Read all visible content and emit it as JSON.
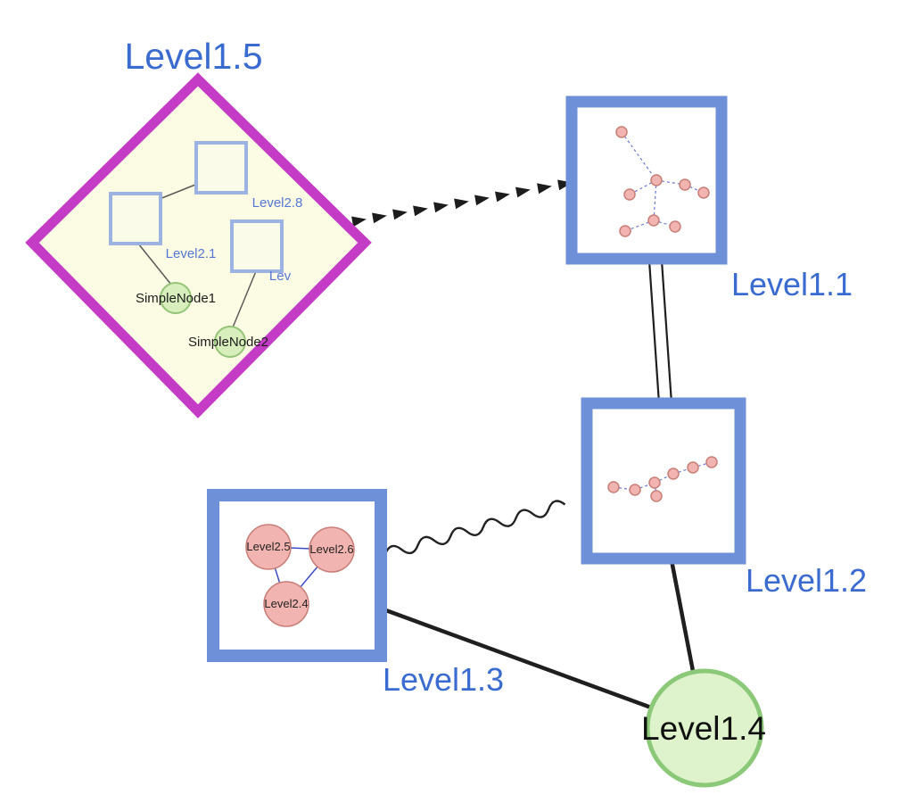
{
  "colors": {
    "label_blue": "#3a6bd0",
    "group_border": "#6e90d8",
    "diamond_border": "#c43cc6",
    "diamond_fill": "#fcfce4",
    "inner_square_border": "#9cb2e0",
    "inner_square_fill": "#fbfbea",
    "green_fill": "#d8eebc",
    "green_border": "#93c477",
    "big_green_fill": "#def3cb",
    "big_green_border": "#8bc979",
    "pink_fill": "#f2b4b0",
    "pink_border": "#c97d77",
    "edge_dark": "#1f1f1f",
    "inner_edge_gray": "#5a5a5a",
    "inner_edge_blue": "#3b4bc8",
    "dashed_mini_edge_blue": "#6b79d8"
  },
  "nodes": {
    "level15": {
      "label": "Level1.5",
      "shape": "diamond-group",
      "children": {
        "level28": {
          "label": "Level2.8",
          "shape": "square"
        },
        "level21": {
          "label": "Level2.1",
          "shape": "square"
        },
        "lev": {
          "label": "Lev",
          "shape": "square"
        },
        "simplenode1": {
          "label": "SimpleNode1",
          "shape": "circle"
        },
        "simplenode2": {
          "label": "SimpleNode2",
          "shape": "circle"
        }
      }
    },
    "level11": {
      "label": "Level1.1",
      "shape": "square-group"
    },
    "level12": {
      "label": "Level1.2",
      "shape": "square-group"
    },
    "level13": {
      "label": "Level1.3",
      "shape": "square-group",
      "children": {
        "level25": {
          "label": "Level2.5",
          "shape": "circle"
        },
        "level26": {
          "label": "Level2.6",
          "shape": "circle"
        },
        "level24": {
          "label": "Level2.4",
          "shape": "circle"
        }
      }
    },
    "level14": {
      "label": "Level1.4",
      "shape": "circle"
    }
  },
  "edges": [
    {
      "from": "Level1.5",
      "to": "Level1.1",
      "style": "dashed-arrowheads"
    },
    {
      "from": "Level1.1",
      "to": "Level1.2",
      "style": "double-line"
    },
    {
      "from": "Level1.3",
      "to": "Level1.2",
      "style": "wavy"
    },
    {
      "from": "Level1.3",
      "to": "Level1.4",
      "style": "solid"
    },
    {
      "from": "Level1.2",
      "to": "Level1.4",
      "style": "solid"
    }
  ]
}
